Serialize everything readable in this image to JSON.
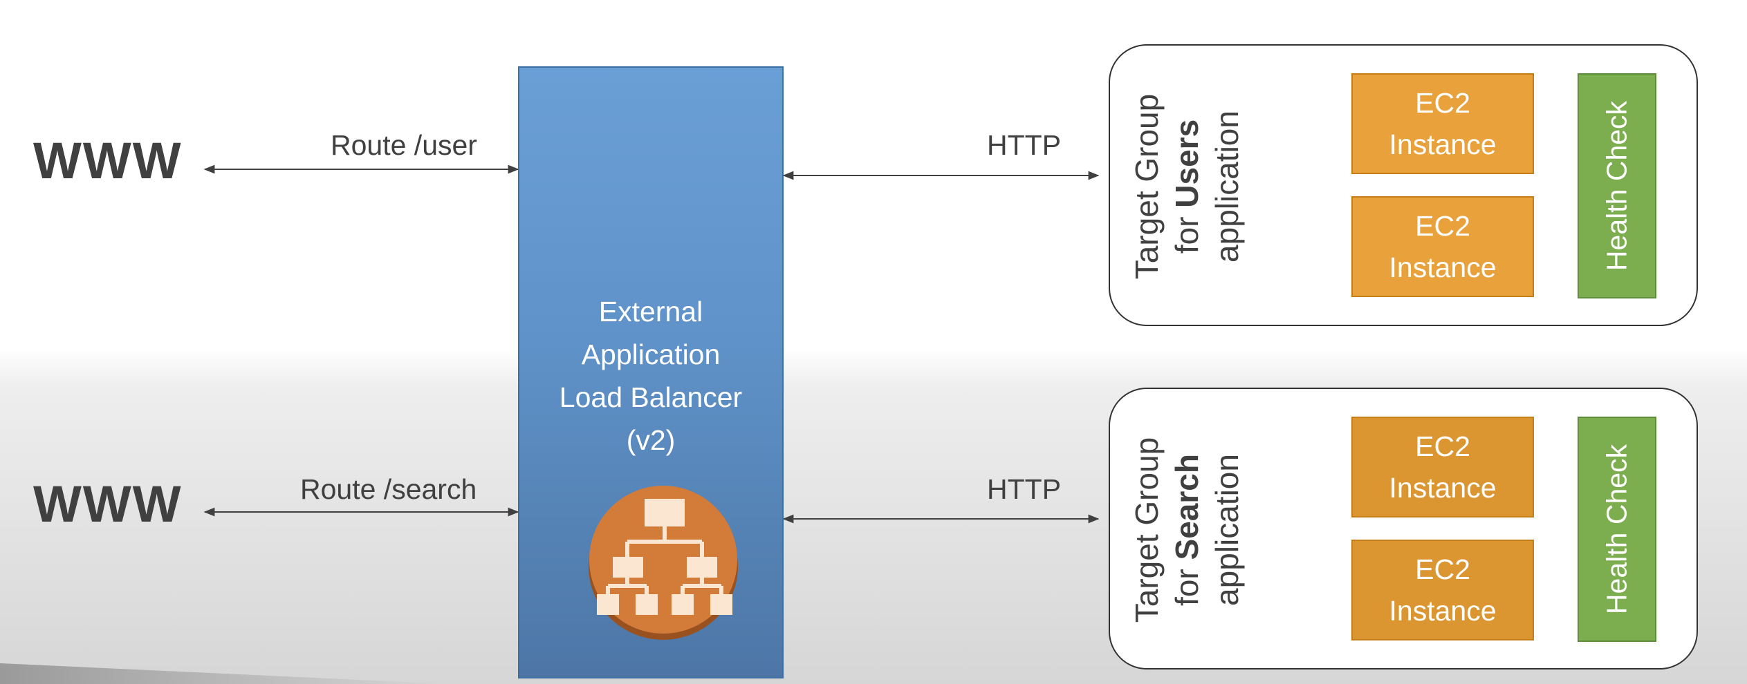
{
  "clients": {
    "top": "WWW",
    "bottom": "WWW"
  },
  "routes": {
    "top": "Route /user",
    "bottom": "Route /search"
  },
  "protocols": {
    "top": "HTTP",
    "bottom": "HTTP"
  },
  "load_balancer": {
    "title": "External\nApplication\nLoad Balancer\n(v2)",
    "icon": "load-balancer-hierarchy-icon"
  },
  "target_groups": [
    {
      "label_prefix": "Target Group",
      "label_for": "for ",
      "label_app": "Users",
      "label_suffix": "application",
      "instances": [
        "EC2\nInstance",
        "EC2\nInstance"
      ],
      "health_check": "Health Check"
    },
    {
      "label_prefix": "Target Group",
      "label_for": "for ",
      "label_app": "Search",
      "label_suffix": "application",
      "instances": [
        "EC2\nInstance",
        "EC2\nInstance"
      ],
      "health_check": "Health Check"
    }
  ],
  "colors": {
    "load_balancer": "#6a9fd6",
    "ec2": "#e9a23b",
    "health_check": "#7cae50",
    "alb_icon": "#d37b39"
  }
}
